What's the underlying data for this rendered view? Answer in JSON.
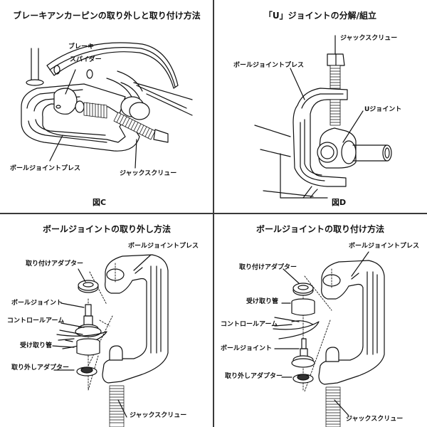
{
  "panels": {
    "brake_anchor": {
      "title": "ブレーキアンカーピンの取り外しと取り付け方法",
      "labels": {
        "brake_spider_line1": "ブレーキ",
        "brake_spider_line2": "スパイダー",
        "ball_joint_press": "ボールジョイントプレス",
        "jack_screw": "ジャックスクリュー"
      },
      "figure": "図C"
    },
    "u_joint": {
      "title": "「U」ジョイントの分解/組立",
      "labels": {
        "jack_screw": "ジャックスクリュー",
        "ball_joint_press": "ボールジョイントプレス",
        "u_joint": "Uジョイント"
      },
      "figure": "図D"
    },
    "ball_joint_removal": {
      "title": "ボールジョイントの取り外し方法",
      "labels": {
        "ball_joint_press": "ボールジョイントプレス",
        "install_adapter": "取り付けアダプター",
        "ball_joint": "ボールジョイント",
        "control_arm": "コントロールアーム",
        "receiving_tube": "受け取り管",
        "removal_adapter": "取り外しアダプター",
        "jack_screw": "ジャックスクリュー"
      }
    },
    "ball_joint_install": {
      "title": "ボールジョイントの取り付け方法",
      "labels": {
        "ball_joint_press": "ボールジョイントプレス",
        "install_adapter": "取り付けアダプター",
        "receiving_tube": "受け取り管",
        "control_arm": "コントロールアーム",
        "ball_joint": "ボールジョイント",
        "removal_adapter": "取り外しアダプター",
        "jack_screw": "ジャックスクリュー"
      }
    }
  }
}
